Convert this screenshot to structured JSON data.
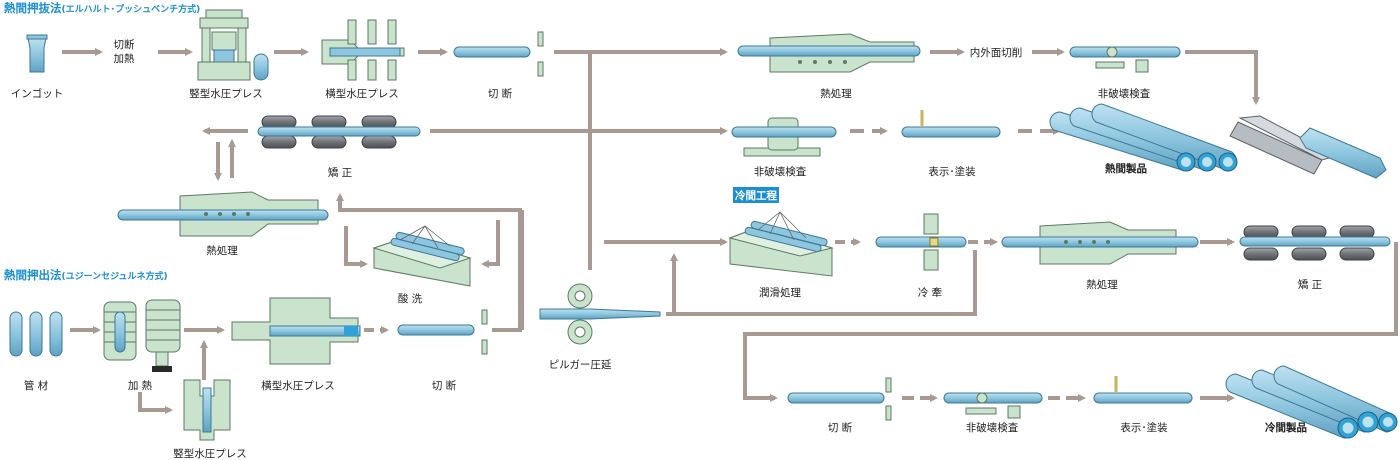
{
  "sections": {
    "ugine_title": "熱間押抜法",
    "ugine_sub": "(エルハルト･プッシュベンチ方式)",
    "sejournet_title": "熱間押出法",
    "sejournet_sub": "(ユジーンセジュルネ方式)",
    "cold_badge": "冷間工程"
  },
  "labels": {
    "ingot": "インゴット",
    "cut_heat_1": "切断",
    "cut_heat_2": "加熱",
    "vertical_press_top": "竪型水圧プレス",
    "horizontal_press_top": "横型水圧プレス",
    "cutting_top": "切 断",
    "heat_treat_top": "熱処理",
    "inner_outer_cut": "内外面切削",
    "ndt_top": "非破壊検査",
    "straighten_left": "矯 正",
    "ndt_mid": "非破壊検査",
    "mark_paint_mid": "表示･塗装",
    "hot_products": "熱間製品",
    "heat_treat_left": "熱処理",
    "pickling": "酸 洗",
    "lubrication": "潤滑処理",
    "cold_draw": "冷 牽",
    "heat_treat_cold": "熱処理",
    "straighten_cold": "矯 正",
    "tube_stock": "管 材",
    "heating": "加 熱",
    "horizontal_press_bottom": "横型水圧プレス",
    "cutting_bottom": "切 断",
    "pilger": "ピルガー圧延",
    "vertical_press_bottom": "竪型水圧プレス",
    "cutting_cold": "切 断",
    "ndt_cold": "非破壊検査",
    "mark_paint_cold": "表示･塗装",
    "cold_products": "冷間製品"
  },
  "colors": {
    "arrow": "#a89a92",
    "machine": "#c9e3cc",
    "machine_edge": "#5c7a63",
    "steel": "#8ec6df",
    "steel_edge": "#3c7996",
    "roller": "#7b7f84",
    "accent": "#1b8fd2"
  }
}
